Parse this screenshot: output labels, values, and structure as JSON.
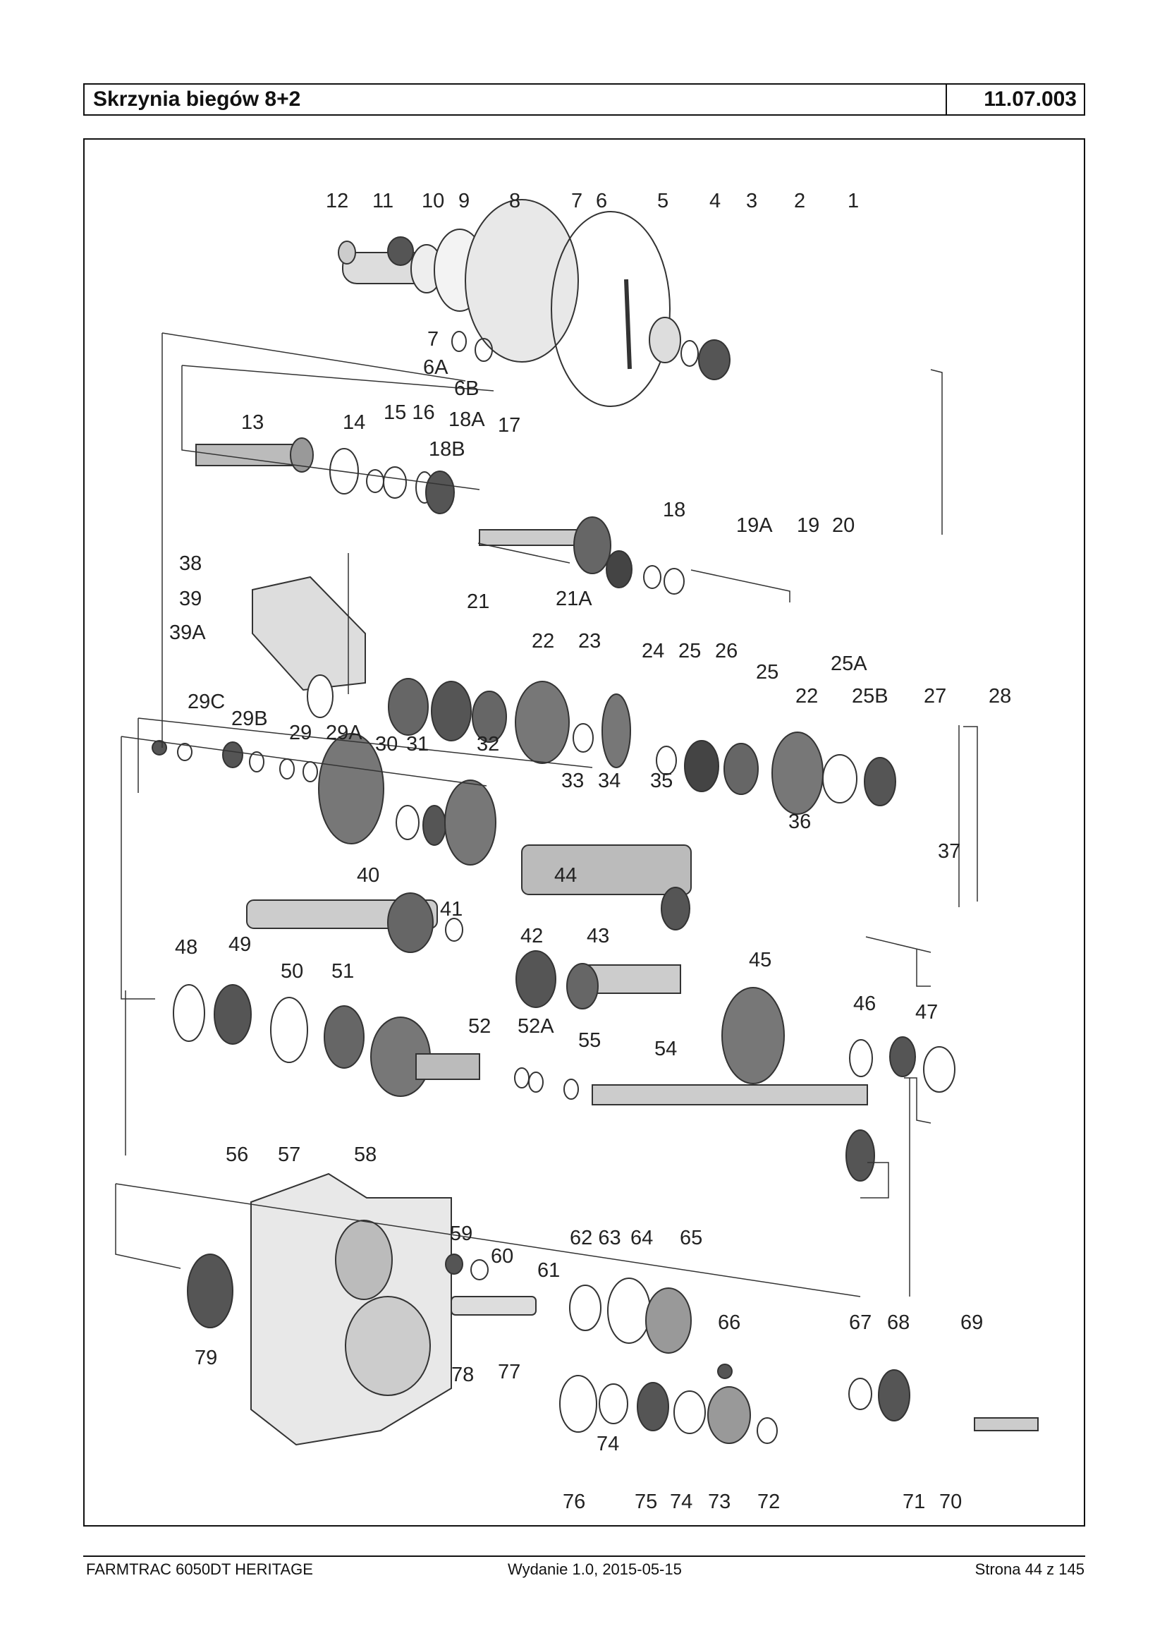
{
  "header": {
    "title": "Skrzynia biegów 8+2",
    "code": "11.07.003"
  },
  "footer": {
    "model": "FARMTRAC 6050DT HERITAGE",
    "edition": "Wydanie 1.0,  2015-05-15",
    "page": "Strona 44 z 145"
  },
  "part_numbers": [
    "1",
    "2",
    "3",
    "4",
    "5",
    "6",
    "6A",
    "6B",
    "7",
    "8",
    "9",
    "10",
    "11",
    "12",
    "13",
    "14",
    "15",
    "16",
    "17",
    "18",
    "18A",
    "18B",
    "19",
    "19A",
    "20",
    "21",
    "21A",
    "22",
    "23",
    "24",
    "25",
    "25A",
    "25B",
    "26",
    "27",
    "28",
    "29",
    "29A",
    "29B",
    "29C",
    "30",
    "31",
    "32",
    "33",
    "34",
    "35",
    "36",
    "37",
    "38",
    "39",
    "39A",
    "40",
    "41",
    "42",
    "43",
    "44",
    "45",
    "46",
    "47",
    "48",
    "49",
    "50",
    "51",
    "52",
    "52A",
    "54",
    "55",
    "56",
    "57",
    "58",
    "59",
    "60",
    "61",
    "62",
    "63",
    "64",
    "65",
    "66",
    "67",
    "68",
    "69",
    "70",
    "71",
    "72",
    "73",
    "74",
    "75",
    "76",
    "77",
    "78",
    "79"
  ]
}
